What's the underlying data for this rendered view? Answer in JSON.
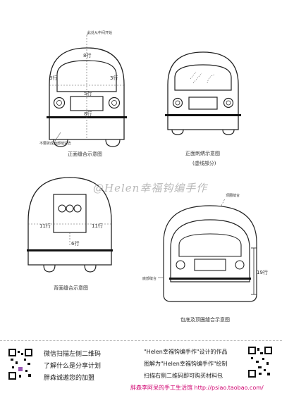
{
  "diagrams": {
    "front_sewing": {
      "caption": "正面缝合示意图",
      "label_top_note": "此处从中间开始",
      "label_top_rows": "8行",
      "label_left_rows": "3行",
      "label_right_rows": "3行",
      "label_mid_rows": "5行",
      "label_bottom_rows": "8行",
      "label_left_note": "不要拆成面部缝进去"
    },
    "front_embroidery": {
      "caption": "正面刺绣示意图",
      "caption_sub": "(虚线部分)"
    },
    "back_sewing": {
      "caption": "背面缝合示意图",
      "label_left_rows": "11行",
      "label_right_rows": "11行",
      "label_bottom_rows": "6行"
    },
    "base_top": {
      "caption": "包底及顶圈缝合示意图",
      "label_top": "顶圈缝合",
      "label_bottom": "底部缝合",
      "label_side_rows": "19行"
    }
  },
  "watermark": "@Helen幸福钩编手作",
  "footer": {
    "left_lines": [
      "微信扫描左侧二维码",
      "了解什么是分享计划",
      "胖森诚邀您的加盟"
    ],
    "right_lines": [
      "\"Helen幸福钩编手作\"设计的作品",
      "图解为\"Helen幸福钩编手作\"绘制",
      "扫描右侧二维码即可购买材料包"
    ],
    "shop": "胖森李阿呆的手工生活馆 http://psiao.taobao.com/"
  }
}
